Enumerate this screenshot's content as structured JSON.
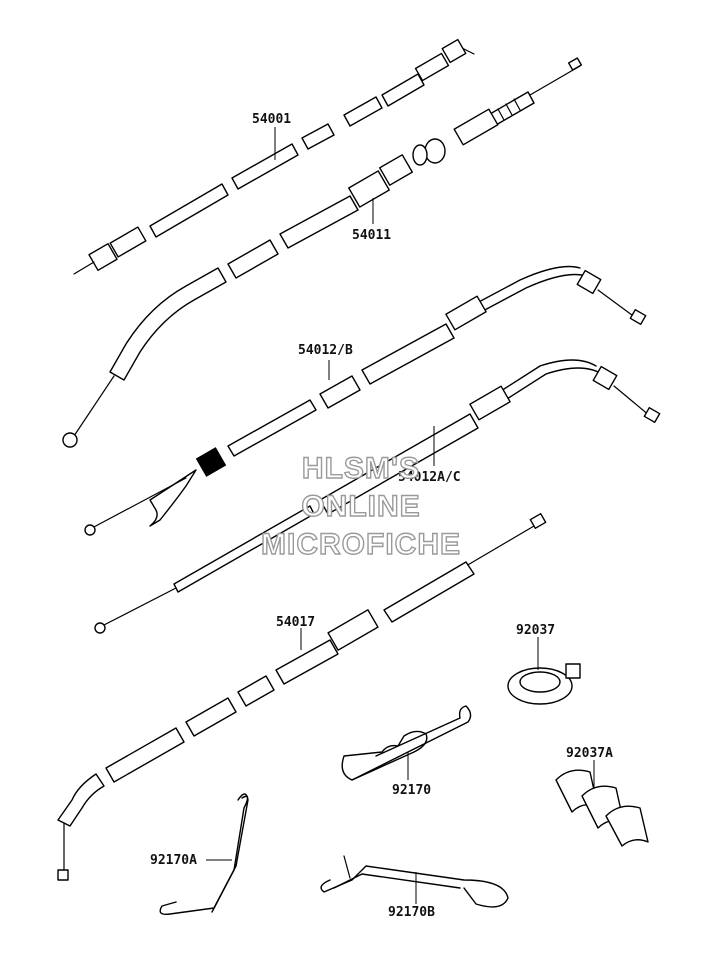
{
  "watermark": {
    "line1": "HLSM'S",
    "line2": "ONLINE",
    "line3": "MICROFICHE"
  },
  "parts": [
    {
      "id": "p54001",
      "number": "54001"
    },
    {
      "id": "p54011",
      "number": "54011"
    },
    {
      "id": "p54012b",
      "number": "54012/B"
    },
    {
      "id": "p54012ac",
      "number": "54012A/C"
    },
    {
      "id": "p54017",
      "number": "54017"
    },
    {
      "id": "p92037",
      "number": "92037"
    },
    {
      "id": "p92037a",
      "number": "92037A"
    },
    {
      "id": "p92170",
      "number": "92170"
    },
    {
      "id": "p92170a",
      "number": "92170A"
    },
    {
      "id": "p92170b",
      "number": "92170B"
    }
  ]
}
